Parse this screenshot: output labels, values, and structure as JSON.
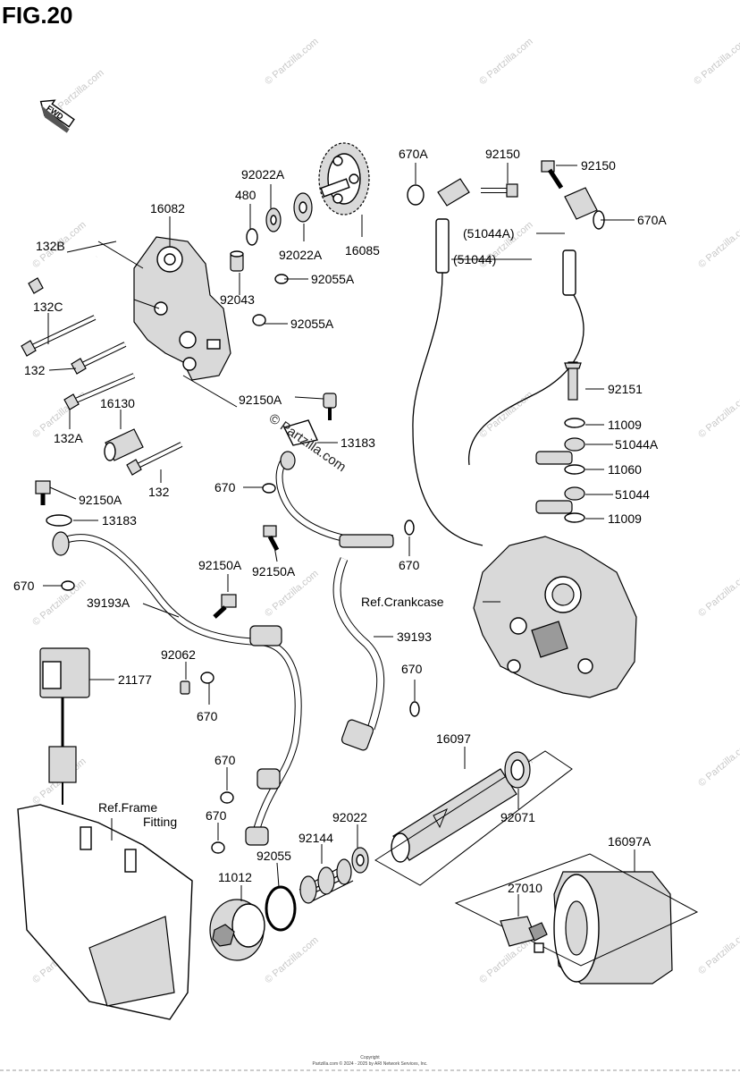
{
  "figure": {
    "title": "FIG.20"
  },
  "direction_arrow": {
    "label": "FWD"
  },
  "watermark": {
    "text": "© Partzilla.com"
  },
  "references": {
    "crankcase": "Ref.Crankcase",
    "frame_line1": "Ref.Frame",
    "frame_line2": "Fitting"
  },
  "parts": {
    "p670A_top": "670A",
    "p92150_mid": "92150",
    "p92150_right": "92150",
    "p670A_right": "670A",
    "p51044A_paren": "(51044A)",
    "p51044_paren": "(51044)",
    "p92022A_top": "92022A",
    "p480": "480",
    "p16082": "16082",
    "p92022A_low": "92022A",
    "p16085": "16085",
    "p132B": "132B",
    "p92055A_1": "92055A",
    "p92043": "92043",
    "p132C": "132C",
    "p92055A_2": "92055A",
    "p132_a": "132",
    "p92150A_13183": "92150A",
    "p16130": "16130",
    "p13183_mid": "13183",
    "p132A": "132A",
    "p132_b": "132",
    "p92151": "92151",
    "p11009_a": "11009",
    "p51044A": "51044A",
    "p11060": "11060",
    "p51044": "51044",
    "p11009_b": "11009",
    "p670_mid": "670",
    "p92150A_left": "92150A",
    "p13183_left": "13183",
    "p92150A_center": "92150A",
    "p670_right": "670",
    "p670_left": "670",
    "p39193A": "39193A",
    "p92150A_lower": "92150A",
    "p39193": "39193",
    "p92062": "92062",
    "p21177": "21177",
    "p670_lowA": "670",
    "p670_lowB": "670",
    "p670_lowC": "670",
    "p670_lowD": "670",
    "p16097": "16097",
    "p92071": "92071",
    "p92022": "92022",
    "p92144": "92144",
    "p16097A": "16097A",
    "p92055": "92055",
    "p11012": "11012",
    "p27010": "27010"
  },
  "footer": {
    "line1": "Copyright",
    "line2": "Partzilla.com © 2024 - 2025 by ARI Network Services, Inc."
  }
}
